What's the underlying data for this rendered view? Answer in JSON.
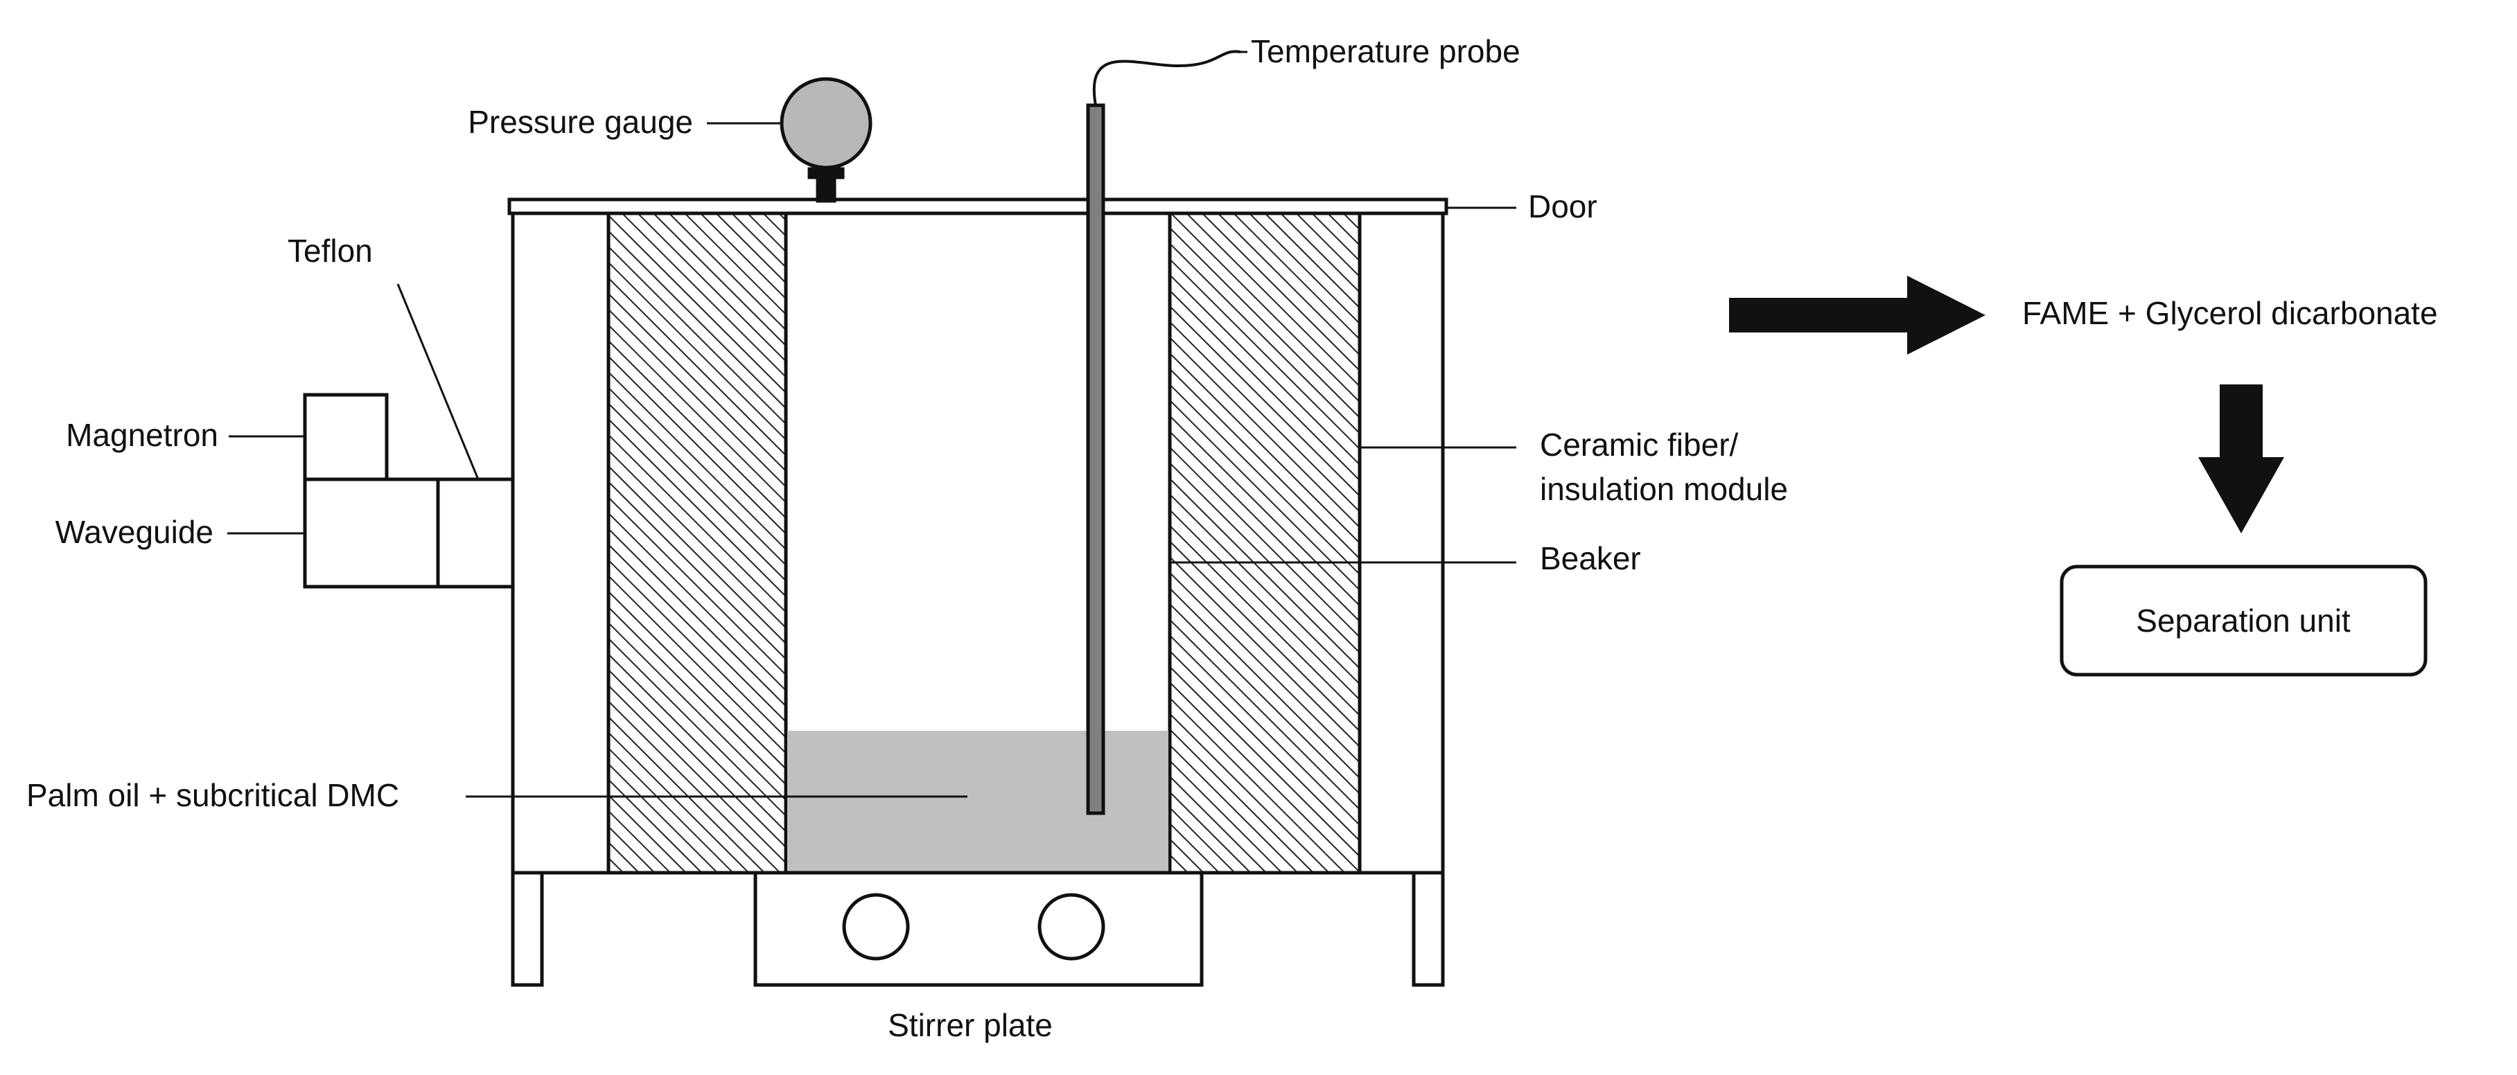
{
  "labels": {
    "temperature_probe": "Temperature probe",
    "pressure_gauge": "Pressure gauge",
    "door": "Door",
    "teflon": "Teflon",
    "magnetron": "Magnetron",
    "waveguide": "Waveguide",
    "ceramic_fiber_line1": "Ceramic fiber/",
    "ceramic_fiber_line2": "insulation module",
    "beaker": "Beaker",
    "palm_oil": "Palm oil + subcritical DMC",
    "stirrer_plate": "Stirrer plate"
  },
  "flow": {
    "product": "FAME + Glycerol dicarbonate",
    "separation_unit": "Separation unit"
  },
  "colors": {
    "line": "#111111",
    "liquid": "#c0c0c0",
    "gauge": "#b8b8b8",
    "probe": "#808080"
  }
}
